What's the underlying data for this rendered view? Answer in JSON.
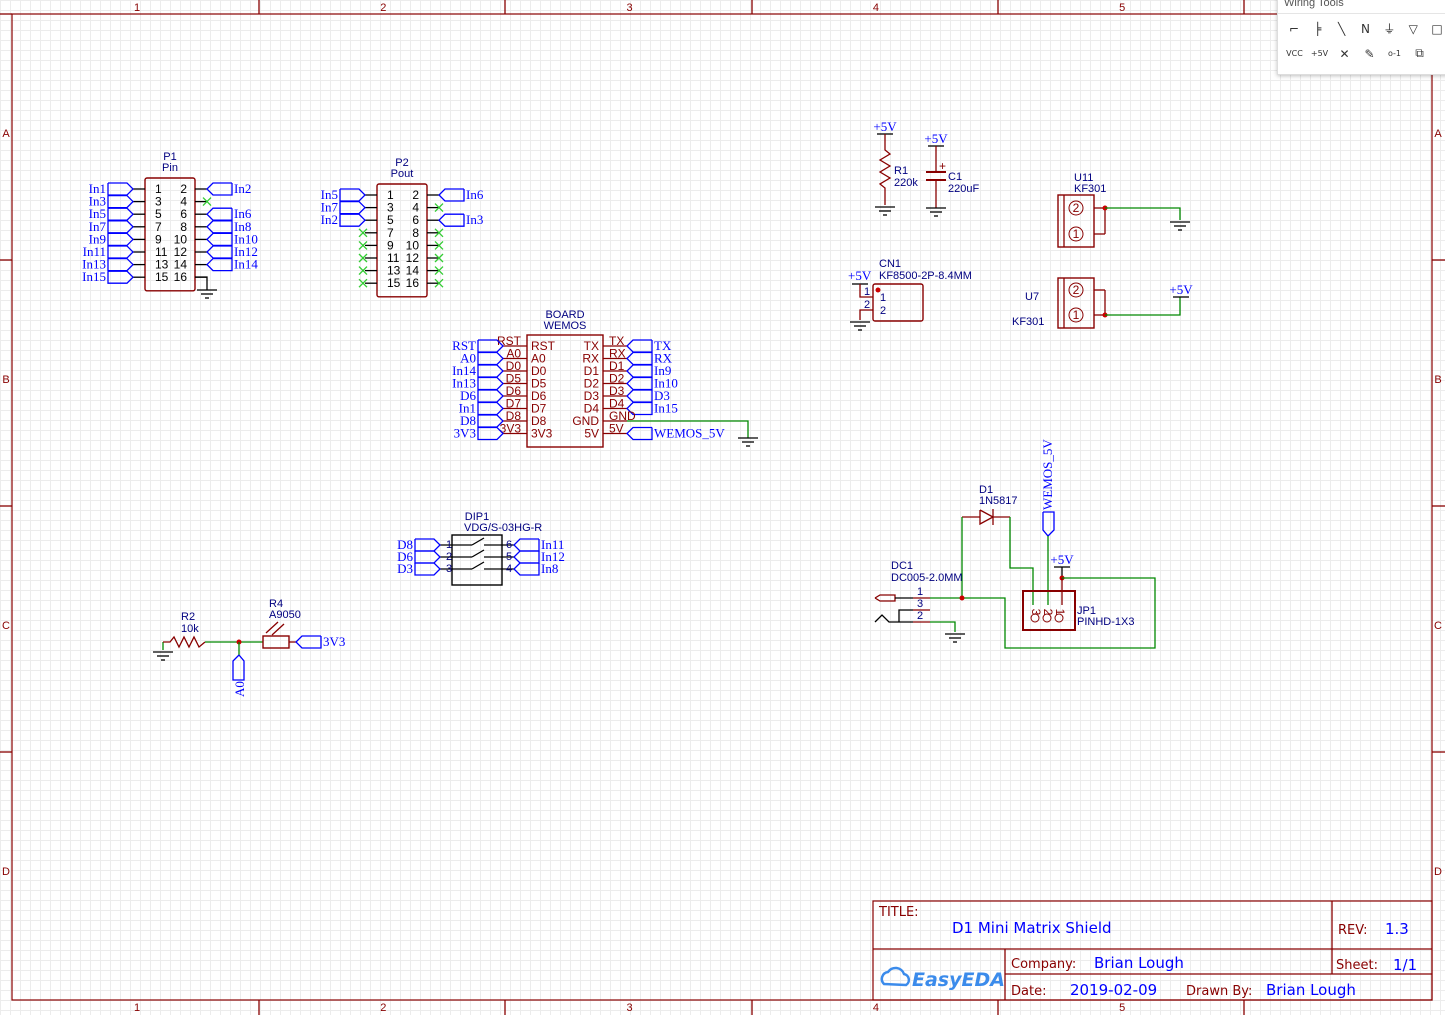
{
  "sheet": {
    "columns": [
      "1",
      "2",
      "3",
      "4",
      "5"
    ],
    "rows": [
      "A",
      "B",
      "C",
      "D"
    ],
    "colors": {
      "wire": "#008800",
      "pin": "#880000",
      "net": "#0000ff",
      "label": "#000080",
      "frame": "#880000"
    }
  },
  "wiring_tools": {
    "title": "Wiring Tools",
    "tools": [
      {
        "name": "wire",
        "glyph": "⌐"
      },
      {
        "name": "bus",
        "glyph": "╞"
      },
      {
        "name": "line",
        "glyph": "╲"
      },
      {
        "name": "net-label",
        "glyph": "N"
      },
      {
        "name": "ground",
        "glyph": "⏚"
      },
      {
        "name": "net-port",
        "glyph": "▽"
      },
      {
        "name": "rectangle",
        "glyph": "□"
      },
      {
        "name": "vcc",
        "glyph": "VCC"
      },
      {
        "name": "plus-5v",
        "glyph": "+5V"
      },
      {
        "name": "no-connect",
        "glyph": "✕"
      },
      {
        "name": "freehand",
        "glyph": "✎"
      },
      {
        "name": "pin",
        "glyph": "o-1"
      },
      {
        "name": "group",
        "glyph": "⧉"
      }
    ]
  },
  "P1": {
    "ref": "P1",
    "value": "Pin",
    "left": [
      [
        "1",
        "In1"
      ],
      [
        "3",
        "In3"
      ],
      [
        "5",
        "In5"
      ],
      [
        "7",
        "In7"
      ],
      [
        "9",
        "In9"
      ],
      [
        "11",
        "In11"
      ],
      [
        "13",
        "In13"
      ],
      [
        "15",
        "In15"
      ]
    ],
    "right": [
      [
        "2",
        "In2"
      ],
      [
        "4",
        ""
      ],
      [
        "6",
        "In6"
      ],
      [
        "8",
        "In8"
      ],
      [
        "10",
        "In10"
      ],
      [
        "12",
        "In12"
      ],
      [
        "14",
        "In14"
      ],
      [
        "16",
        ""
      ]
    ]
  },
  "P2": {
    "ref": "P2",
    "value": "Pout",
    "left": [
      [
        "1",
        "In5"
      ],
      [
        "3",
        "In7"
      ],
      [
        "5",
        "In2"
      ],
      [
        "7",
        ""
      ],
      [
        "9",
        ""
      ],
      [
        "11",
        ""
      ],
      [
        "13",
        ""
      ],
      [
        "15",
        ""
      ]
    ],
    "right": [
      [
        "2",
        "In6"
      ],
      [
        "4",
        ""
      ],
      [
        "6",
        "In3"
      ],
      [
        "8",
        ""
      ],
      [
        "10",
        ""
      ],
      [
        "12",
        ""
      ],
      [
        "14",
        ""
      ],
      [
        "16",
        ""
      ]
    ]
  },
  "BOARD": {
    "ref": "BOARD",
    "value": "WEMOS",
    "left": [
      [
        "RST",
        "RST"
      ],
      [
        "A0",
        "A0"
      ],
      [
        "D0",
        "In14"
      ],
      [
        "D5",
        "In13"
      ],
      [
        "D6",
        "D6"
      ],
      [
        "D7",
        "In1"
      ],
      [
        "D8",
        "D8"
      ],
      [
        "3V3",
        "3V3"
      ]
    ],
    "right": [
      [
        "TX",
        "TX"
      ],
      [
        "RX",
        "RX"
      ],
      [
        "D1",
        "In9"
      ],
      [
        "D2",
        "In10"
      ],
      [
        "D3",
        "D3"
      ],
      [
        "D4",
        "In15"
      ],
      [
        "GND",
        ""
      ],
      [
        "5V",
        "WEMOS_5V"
      ]
    ]
  },
  "DIP1": {
    "ref": "DIP1",
    "value": "VDG/S-03HG-R",
    "left": [
      [
        "1",
        "D8"
      ],
      [
        "2",
        "D6"
      ],
      [
        "3",
        "D3"
      ]
    ],
    "right": [
      [
        "6",
        "In11"
      ],
      [
        "5",
        "In12"
      ],
      [
        "4",
        "In8"
      ]
    ]
  },
  "R1": {
    "ref": "R1",
    "value": "220k",
    "power": "+5V"
  },
  "C1": {
    "ref": "C1",
    "value": "220uF",
    "power": "+5V",
    "polarity": "+"
  },
  "U11": {
    "ref": "U11",
    "value": "KF301",
    "pins": [
      "2",
      "1"
    ]
  },
  "U7": {
    "ref": "U7",
    "value": "KF301",
    "pins": [
      "2",
      "1"
    ],
    "power": "+5V"
  },
  "CN1": {
    "ref": "CN1",
    "value": "KF8500-2P-8.4MM",
    "pins": [
      "1",
      "2"
    ],
    "power": "+5V"
  },
  "D1": {
    "ref": "D1",
    "value": "1N5817"
  },
  "JP1": {
    "ref": "JP1",
    "value": "PINHD-1X3",
    "pins": [
      "3",
      "2",
      "1"
    ],
    "power": "+5V",
    "net": "WEMOS_5V"
  },
  "DC1": {
    "ref": "DC1",
    "value": "DC005-2.0MM",
    "pins": [
      "1",
      "3",
      "2"
    ]
  },
  "R2": {
    "ref": "R2",
    "value": "10k",
    "net": "A0"
  },
  "R4": {
    "ref": "R4",
    "value": "A9050",
    "net": "3V3"
  },
  "title_block": {
    "title_label": "TITLE:",
    "title": "D1 Mini Matrix Shield",
    "rev_label": "REV:",
    "rev": "1.3",
    "company_label": "Company:",
    "company": "Brian Lough",
    "sheet_label": "Sheet:",
    "sheet": "1/1",
    "date_label": "Date:",
    "date": "2019-02-09",
    "drawn_label": "Drawn By:",
    "drawn_by": "Brian Lough",
    "logo": "EasyEDA"
  }
}
